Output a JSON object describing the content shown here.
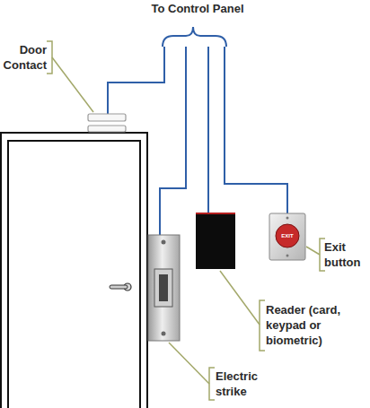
{
  "diagram": {
    "labels": [
      "To Control Panel",
      "Door Contact",
      "Exit button",
      "Reader (card, keypad or biometric)",
      "Electric strike",
      "EXIT"
    ]
  }
}
